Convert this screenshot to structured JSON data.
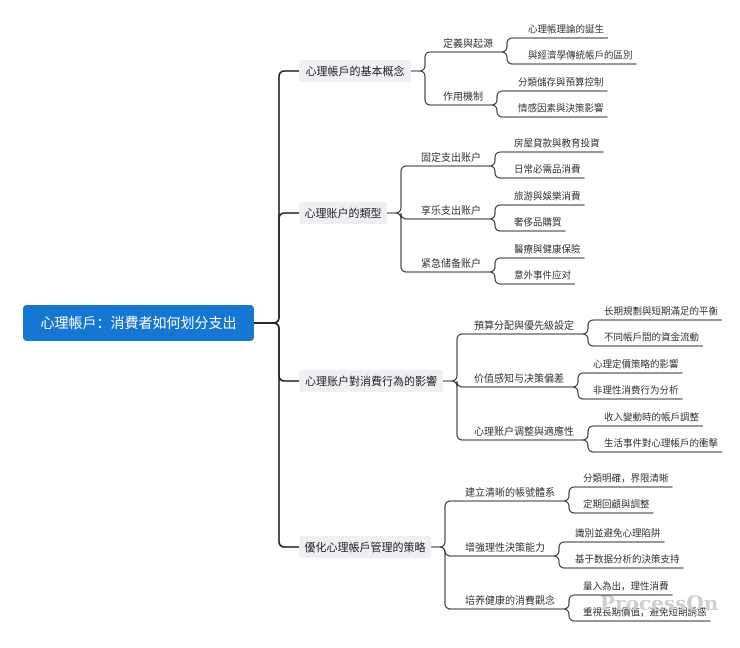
{
  "root": "心理帳戶：消費者如何划分支出",
  "watermark": "ProcessOn",
  "colors": {
    "root_fill": "#1677d2",
    "topic_fill": "#eef0f3",
    "line": "#222222"
  },
  "branches": [
    {
      "label": "心理帳戶的基本概念",
      "children": [
        {
          "label": "定義與起源",
          "children": [
            "心理帳理論的誕生",
            "與經濟學傳統帳戶的區別"
          ]
        },
        {
          "label": "作用機制",
          "children": [
            "分類儲存與預算控制",
            "情感因素與決策影響"
          ]
        }
      ]
    },
    {
      "label": "心理账户的類型",
      "children": [
        {
          "label": "固定支出账户",
          "children": [
            "房屋貸款與教育投資",
            "日常必需品消費"
          ]
        },
        {
          "label": "享乐支出账户",
          "children": [
            "旅游與娛樂消費",
            "奢侈品購買"
          ]
        },
        {
          "label": "紧急储备账户",
          "children": [
            "醫療與健康保險",
            "意外事件应对"
          ]
        }
      ]
    },
    {
      "label": "心理账户對消費行為的影響",
      "children": [
        {
          "label": "預算分配與優先級設定",
          "children": [
            "长期規劃與短期滿足的平衡",
            "不同帳戶間的資金流動"
          ]
        },
        {
          "label": "价值感知与决策偏差",
          "children": [
            "心理定價策略的影響",
            "非理性消费行为分析"
          ]
        },
        {
          "label": "心理账户调整與適應性",
          "children": [
            "收入變動時的帳戶調整",
            "生活事件對心理帳戶的衝擊"
          ]
        }
      ]
    },
    {
      "label": "優化心理帳戶管理的策略",
      "children": [
        {
          "label": "建立清晰的帳號體系",
          "children": [
            "分類明確，界限清晰",
            "定期回顧與調整"
          ]
        },
        {
          "label": "增強理性決策能力",
          "children": [
            "識別並避免心理陷阱",
            "基于数据分析的決策支持"
          ]
        },
        {
          "label": "培养健康的消費觀念",
          "children": [
            "量入為出，理性消費",
            "重視長期價值，避免短期誘惑"
          ]
        }
      ]
    }
  ]
}
